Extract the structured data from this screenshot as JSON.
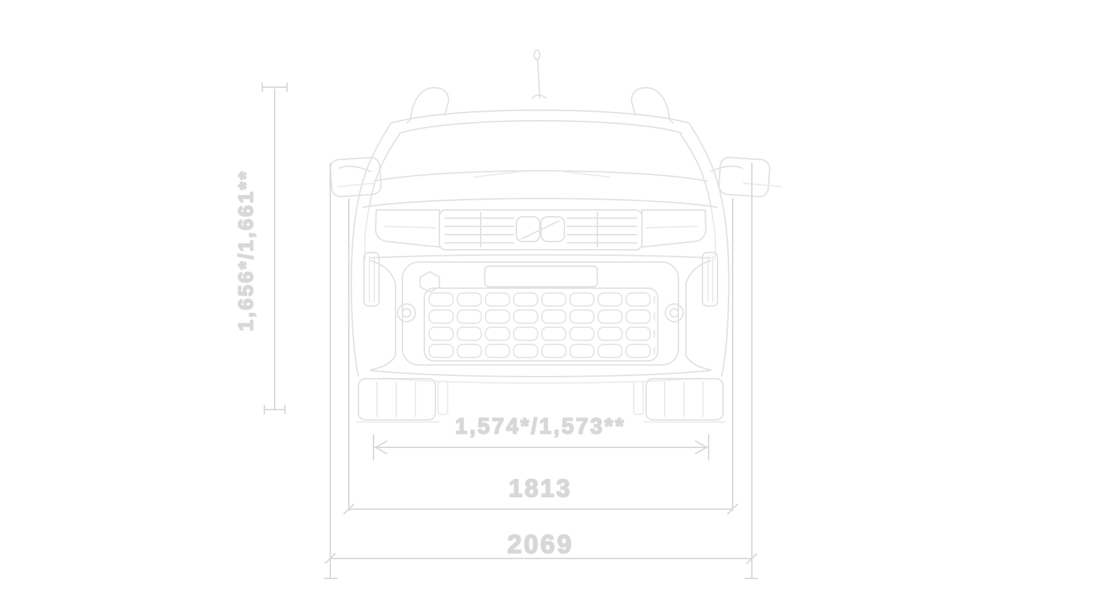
{
  "diagram": {
    "subject": "vehicle-front-view-dimension-drawing",
    "dimensions": {
      "height_label": "1,656*/1,661**",
      "track_label": "1,574*/1,573**",
      "body_width_label": "1813",
      "overall_width_label": "2069"
    },
    "colors": {
      "background": "#ffffff",
      "drawing_line": "#e2e2e2",
      "dimension_line": "#d9d9d9",
      "label_text": "#d7d7d7"
    }
  }
}
